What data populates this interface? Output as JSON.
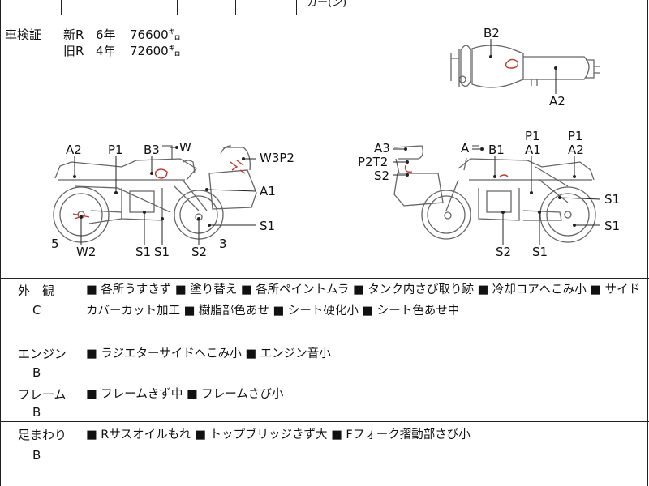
{
  "inspection": {
    "label": "車検証",
    "new": {
      "type": "新R",
      "years": "6年",
      "km": "76600㌔"
    },
    "old": {
      "type": "旧R",
      "years": "4年",
      "km": "72600㌔"
    }
  },
  "top_partial": "カー(ン)",
  "top_view_labels": [
    "B2",
    "A2"
  ],
  "left_side_labels": [
    "A2",
    "P1",
    "B3",
    "W",
    "W3P2",
    "A1",
    "S1",
    "5",
    "W2",
    "S1",
    "S1",
    "S2",
    "3"
  ],
  "right_side_labels": [
    "A3",
    "A",
    "B1",
    "P1",
    "P1",
    "A1",
    "A2",
    "P2T2",
    "S2",
    "S1",
    "S1",
    "S2",
    "S1"
  ],
  "sections": [
    {
      "title": "外　観",
      "grade": "C",
      "notes": [
        "■ 各所うすきず ■ 塗り替え ■ 各所ペイントムラ ■ タンク内さび取り跡 ■ 冷却コアへこみ小 ■ サイド",
        "カバーカット加工 ■ 樹脂部色あせ ■ シート硬化小 ■ シート色あせ中"
      ]
    },
    {
      "title": "エンジン",
      "grade": "B",
      "notes": [
        "■ ラジエターサイドへこみ小 ■ エンジン音小"
      ]
    },
    {
      "title": "フレーム",
      "grade": "B",
      "notes": [
        "■ フレームきず中 ■ フレームさび小"
      ]
    },
    {
      "title": "足まわり",
      "grade": "B",
      "notes": [
        "■ Rサスオイルもれ ■ トップブリッジきず大 ■ Fフォーク摺動部さび小"
      ]
    }
  ]
}
